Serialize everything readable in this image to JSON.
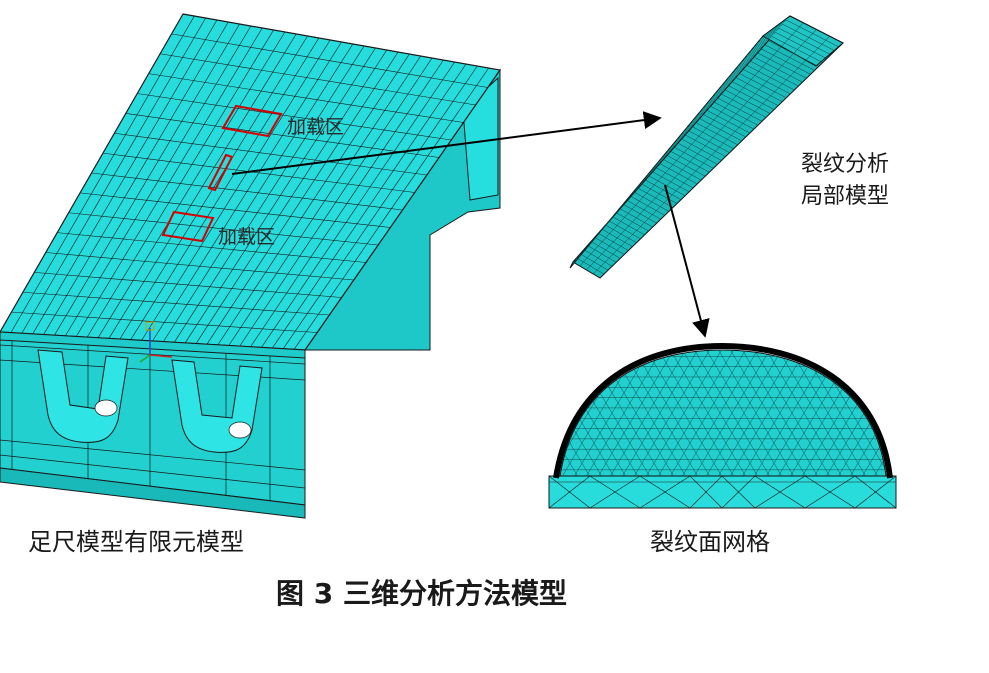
{
  "labels": {
    "load_zone_1": "加载区",
    "load_zone_2": "加载区",
    "crack_local_line1": "裂纹分析",
    "crack_local_line2": "局部模型",
    "full_model_caption": "足尺模型有限元模型",
    "crack_mesh_caption": "裂纹面网格"
  },
  "figure_caption": "图 3  三维分析方法模型",
  "colors": {
    "mesh_fill": "#22d6d6",
    "mesh_line": "#1a1a1a",
    "load_box": "#d40000",
    "arrow": "#000000"
  },
  "icons": [
    "coordinate-axis-triad-icon"
  ]
}
